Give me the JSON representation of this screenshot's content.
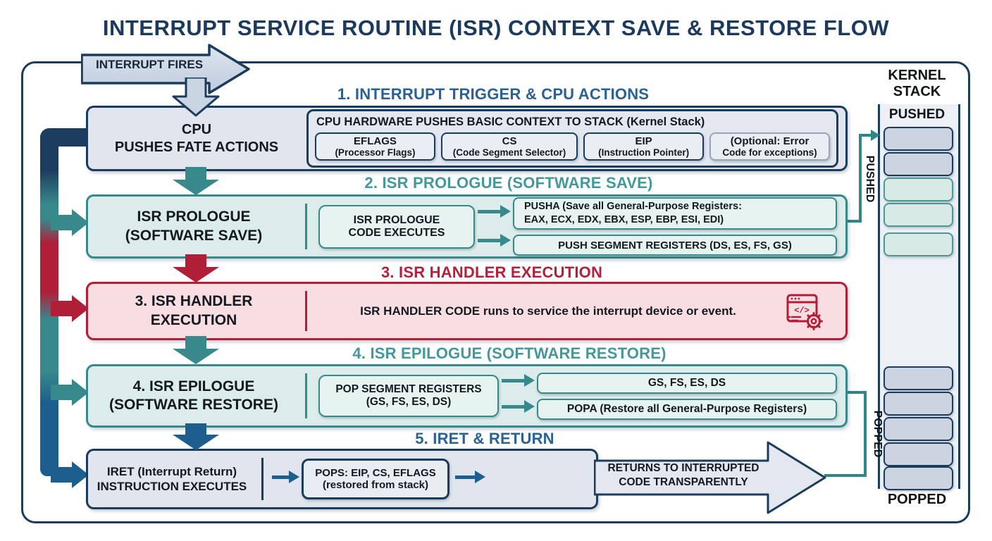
{
  "title": "INTERRUPT SERVICE ROUTINE (ISR) CONTEXT SAVE & RESTORE FLOW",
  "arrow_interrupt_fires": {
    "label": "INTERRUPT FIRES"
  },
  "sections": {
    "s1": {
      "heading": "1. INTERRUPT TRIGGER & CPU ACTIONS",
      "label": "CPU\nPUSHES FATE ACTIONS",
      "panel_title": "CPU HARDWARE PUSHES BASIC CONTEXT TO STACK (Kernel Stack)",
      "chips": [
        {
          "title": "EFLAGS",
          "subtitle": "(Processor Flags)"
        },
        {
          "title": "CS",
          "subtitle": "(Code Segment Selector)"
        },
        {
          "title": "EIP",
          "subtitle": "(Instruction Pointer)"
        },
        {
          "title": "(Optional: Error",
          "subtitle": "Code for exceptions)"
        }
      ]
    },
    "s2": {
      "heading": "2. ISR PROLOGUE (SOFTWARE SAVE)",
      "label": "ISR PROLOGUE\n(SOFTWARE SAVE)",
      "exec_box": "ISR PROLOGUE\nCODE EXECUTES",
      "out1": "PUSHA (Save all General-Purpose Registers:\nEAX, ECX, EDX, EBX, ESP, EBP, ESI, EDI)",
      "out2": "PUSH SEGMENT REGISTERS (DS, ES, FS, GS)"
    },
    "s3": {
      "heading": "3. ISR HANDLER EXECUTION",
      "label": "3. ISR HANDLER\nEXECUTION",
      "body": "ISR HANDLER CODE runs to service the interrupt device or event.",
      "icon_glyph": "</>"
    },
    "s4": {
      "heading": "4. ISR EPILOGUE (SOFTWARE RESTORE)",
      "label": "4. ISR EPILOGUE\n(SOFTWARE RESTORE)",
      "exec_box": "POP SEGMENT REGISTERS\n(GS, FS, ES, DS)",
      "out1": "GS, FS, ES, DS",
      "out2": "POPA (Restore all General-Purpose Registers)"
    },
    "s5": {
      "heading": "5. IRET & RETURN",
      "label": "IRET (Interrupt Return)\nINSTRUCTION EXECUTES",
      "pops_box": "POPS: EIP, CS, EFLAGS\n(restored from stack)",
      "return_arrow": "RETURNS TO INTERRUPTED\nCODE TRANSPARENTLY"
    }
  },
  "kernel_stack": {
    "title": "KERNEL\nSTACK",
    "pushed_header": "PUSHED",
    "pushed_side": "PUSHED",
    "popped_side": "POPPED",
    "popped_footer": "POPPED",
    "top_slots": [
      "navy",
      "navy",
      "teal",
      "teal",
      "teal"
    ],
    "bottom_slots": [
      "navy",
      "navy",
      "navy",
      "navy",
      "navy"
    ]
  },
  "colors": {
    "navy": "#1c3c5e",
    "steel_blue": "#2a6293",
    "teal": "#37898c",
    "teal_heading": "#43989c",
    "red": "#b01e38",
    "row_gray_fill": "#e0e5ee",
    "row_teal_fill": "#dcecea",
    "row_red_fill": "#f8dee3",
    "slot_gray": "#ccd4e2",
    "slot_teal": "#d7eae6",
    "arrow_blue": "#1d5e8e"
  }
}
